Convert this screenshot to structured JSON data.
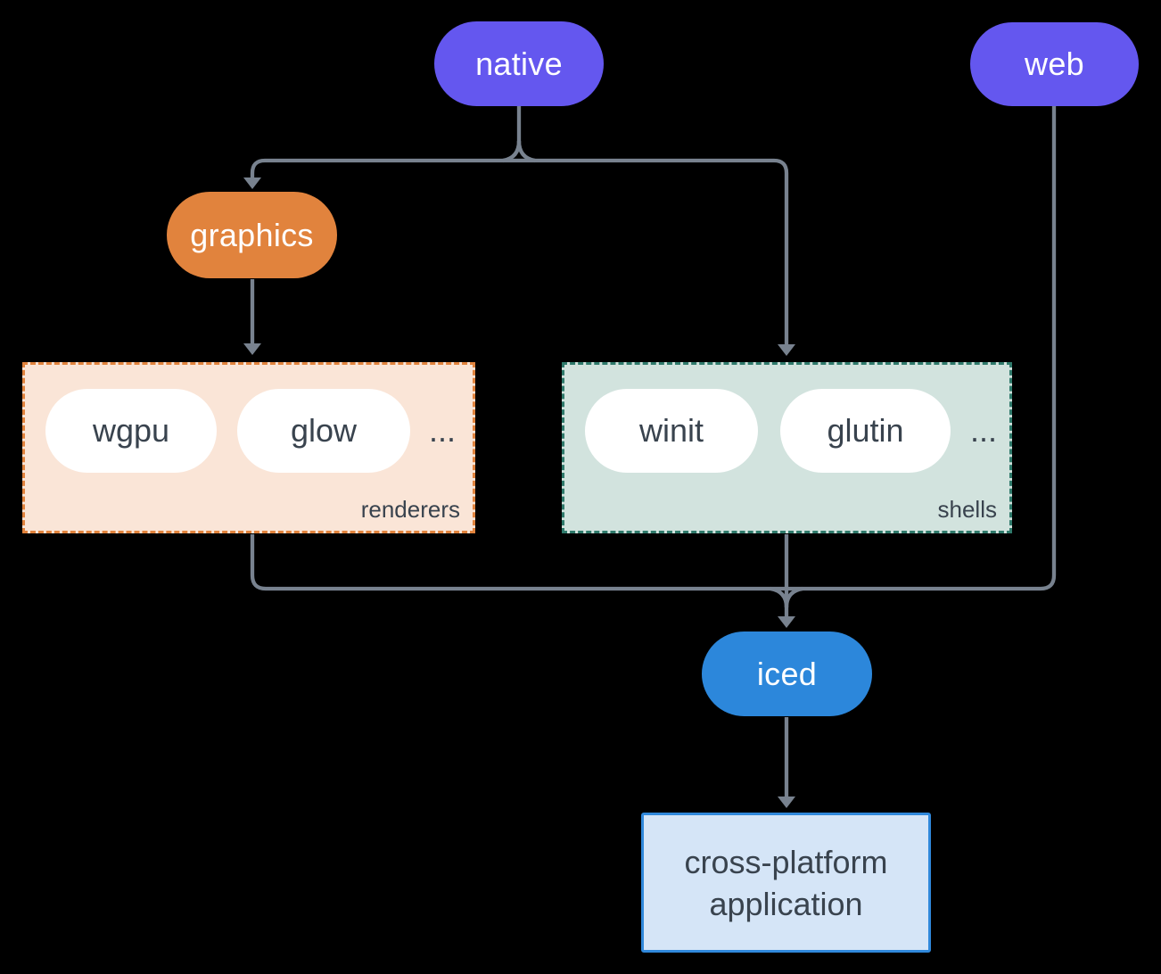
{
  "colors": {
    "background": "#000000",
    "connector": "#78828F",
    "purple": "#6457EF",
    "orange": "#E1833D",
    "blue": "#2C87DB",
    "dark_text": "#39434E",
    "white": "#FFFFFF",
    "renderers_bg": "#FAE5D7",
    "renderers_border": "#E1833D",
    "shells_bg": "#D2E3DE",
    "shells_border": "#2F7A6B",
    "app_bg": "#D5E5F7",
    "app_border": "#3088DB"
  },
  "nodes": {
    "native": {
      "label": "native"
    },
    "web": {
      "label": "web"
    },
    "graphics": {
      "label": "graphics"
    },
    "iced": {
      "label": "iced"
    }
  },
  "groups": {
    "renderers": {
      "label": "renderers",
      "items": [
        "wgpu",
        "glow"
      ],
      "ellipsis": "..."
    },
    "shells": {
      "label": "shells",
      "items": [
        "winit",
        "glutin"
      ],
      "ellipsis": "..."
    }
  },
  "app": {
    "lines": [
      "cross-platform",
      "application"
    ]
  }
}
